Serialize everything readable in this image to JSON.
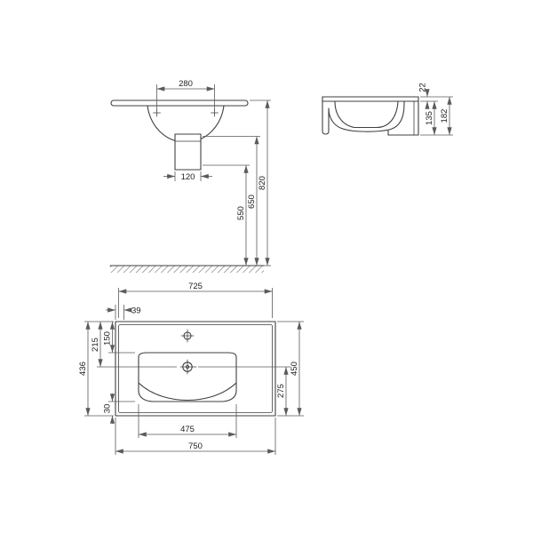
{
  "colors": {
    "line": "#3f3f3f",
    "dimension": "#5a5a5a",
    "text": "#222222",
    "background": "#ffffff"
  },
  "views": {
    "front": {
      "dims": {
        "hole_spacing": "280",
        "drain_box_width": "120",
        "height_550": "550",
        "height_650": "650",
        "height_820": "820"
      }
    },
    "side": {
      "dims": {
        "rim_thickness": "22",
        "depth_135": "135",
        "depth_182": "182"
      }
    },
    "plan": {
      "dims": {
        "width_725": "725",
        "offset_39": "39",
        "offset_215": "215",
        "offset_150": "150",
        "depth_436": "436",
        "offset_30": "30",
        "basin_width_475": "475",
        "overall_width_750": "750",
        "offset_275": "275",
        "overall_depth_450": "450"
      }
    }
  }
}
